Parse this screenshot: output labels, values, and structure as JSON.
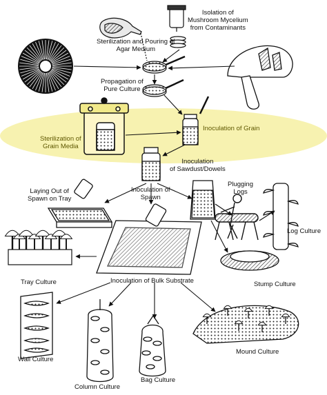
{
  "highlight_color": "#f7f2b0",
  "highlight_text_color": "#5e5700",
  "labels": {
    "sterilization_agar": [
      "Sterilization and Pouring of",
      "Agar Medium"
    ],
    "isolation": [
      "Isolation of",
      "Mushroom Mycelium",
      "from Contaminants"
    ],
    "propagation": [
      "Propagation of",
      "Pure Culture"
    ],
    "sterilization_grain": [
      "Sterilization of",
      "Grain Media"
    ],
    "inoculation_grain": [
      "Inoculation of Grain"
    ],
    "inoculation_sawdust": [
      "Inoculation",
      "of Sawdust/Dowels"
    ],
    "laying_out": [
      "Laying Out of",
      "Spawn on Tray"
    ],
    "inoculation_spawn": [
      "Inoculation of",
      "Spawn"
    ],
    "plugging_logs": [
      "Plugging",
      "Logs"
    ],
    "log_culture": [
      "Log Culture"
    ],
    "tray_culture": [
      "Tray Culture"
    ],
    "bulk_substrate": [
      "Inoculation of Bulk Substrate"
    ],
    "stump_culture": [
      "Stump Culture"
    ],
    "wall_culture": [
      "Wall Culture"
    ],
    "column_culture": [
      "Column Culture"
    ],
    "bag_culture": [
      "Bag Culture"
    ],
    "mound_culture": [
      "Mound Culture"
    ]
  }
}
